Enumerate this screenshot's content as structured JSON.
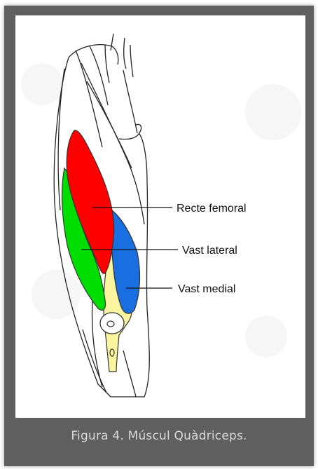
{
  "labels": {
    "rectus": "Recte femoral",
    "lateral": "Vast lateral",
    "medial": "Vast medial"
  },
  "caption": "Figura 4. Múscul Quàdriceps.",
  "colors": {
    "rectus": "#ff0000",
    "lateral": "#00dd00",
    "medial": "#1a6fe0",
    "bone": "#fbf5a0",
    "frame": "#5f5f5f",
    "caption": "#d9d9d9"
  }
}
